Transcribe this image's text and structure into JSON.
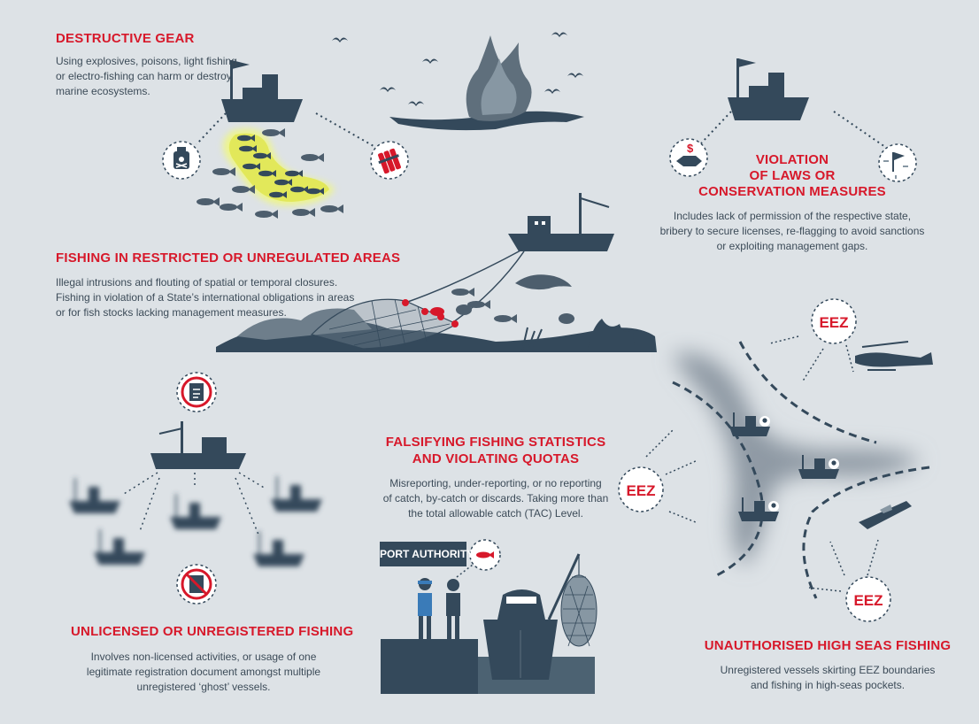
{
  "sections": {
    "destructive_gear": {
      "title": "DESTRUCTIVE GEAR",
      "lines": [
        "Using explosives, poisons, light fishing",
        "or electro-fishing can harm or destroy",
        "marine ecosystems."
      ]
    },
    "violation": {
      "title_lines": [
        "VIOLATION",
        "OF LAWS OR",
        "CONSERVATION MEASURES"
      ],
      "lines": [
        "Includes lack of permission of the respective state,",
        "bribery to secure licenses, re-flagging to avoid sanctions",
        "or exploiting management gaps."
      ]
    },
    "restricted": {
      "title": "FISHING IN RESTRICTED OR UNREGULATED AREAS",
      "lines": [
        "Illegal intrusions and flouting of spatial or temporal closures.",
        "Fishing in violation of a State’s international obligations in areas",
        "or for fish stocks lacking management measures."
      ]
    },
    "falsifying": {
      "title_lines": [
        "FALSIFYING FISHING STATISTICS",
        "AND VIOLATING QUOTAS"
      ],
      "lines": [
        "Misreporting, under-reporting, or no reporting",
        "of catch, by-catch or discards. Taking more than",
        "the total allowable catch (TAC) Level."
      ]
    },
    "unlicensed": {
      "title": "UNLICENSED OR UNREGISTERED FISHING",
      "lines": [
        "Involves non-licensed activities, or usage of one",
        "legitimate registration document amongst multiple",
        "unregistered ‘ghost’ vessels."
      ]
    },
    "high_seas": {
      "title": "UNAUTHORISED HIGH SEAS FISHING",
      "lines": [
        "Unregistered vessels skirting EEZ boundaries",
        "and fishing in high-seas pockets."
      ]
    }
  },
  "labels": {
    "port_authority": "PORT AUTHORITY",
    "eez": "EEZ",
    "dollar": "$"
  },
  "colors": {
    "background": "#dde2e6",
    "accent_red": "#d7182a",
    "dark_navy": "#34495b",
    "text": "#3c4b58",
    "glow": "#eef58a"
  },
  "icons": [
    "poison-bottle-icon",
    "dynamite-icon",
    "bribe-handshake-icon",
    "reflag-icon",
    "license-document-icon",
    "no-license-icon",
    "red-fish-icon"
  ]
}
